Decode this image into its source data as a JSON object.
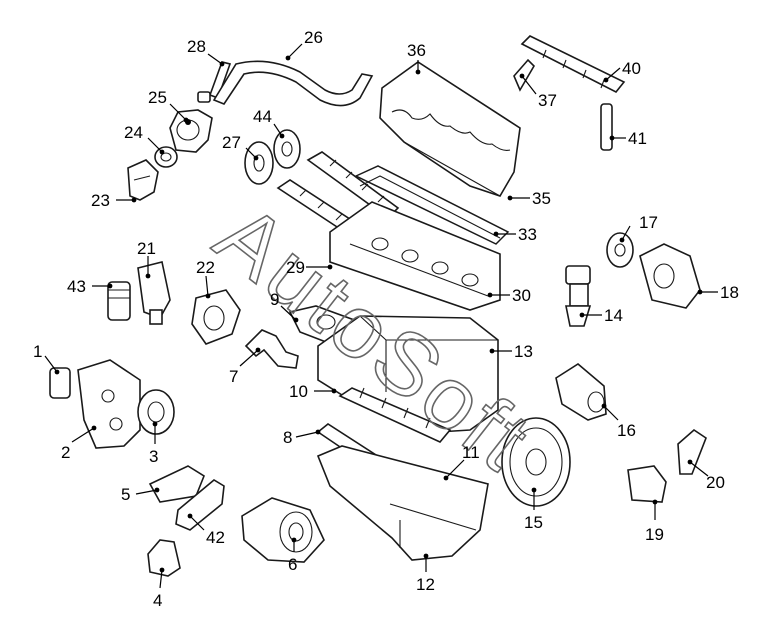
{
  "watermark": "AutoSoft",
  "callouts": [
    "1",
    "2",
    "3",
    "4",
    "5",
    "6",
    "7",
    "8",
    "9",
    "10",
    "11",
    "12",
    "13",
    "14",
    "15",
    "16",
    "17",
    "18",
    "19",
    "20",
    "21",
    "22",
    "23",
    "24",
    "25",
    "26",
    "27",
    "28",
    "29",
    "30",
    "33",
    "35",
    "36",
    "37",
    "40",
    "41",
    "42",
    "43",
    "44"
  ]
}
